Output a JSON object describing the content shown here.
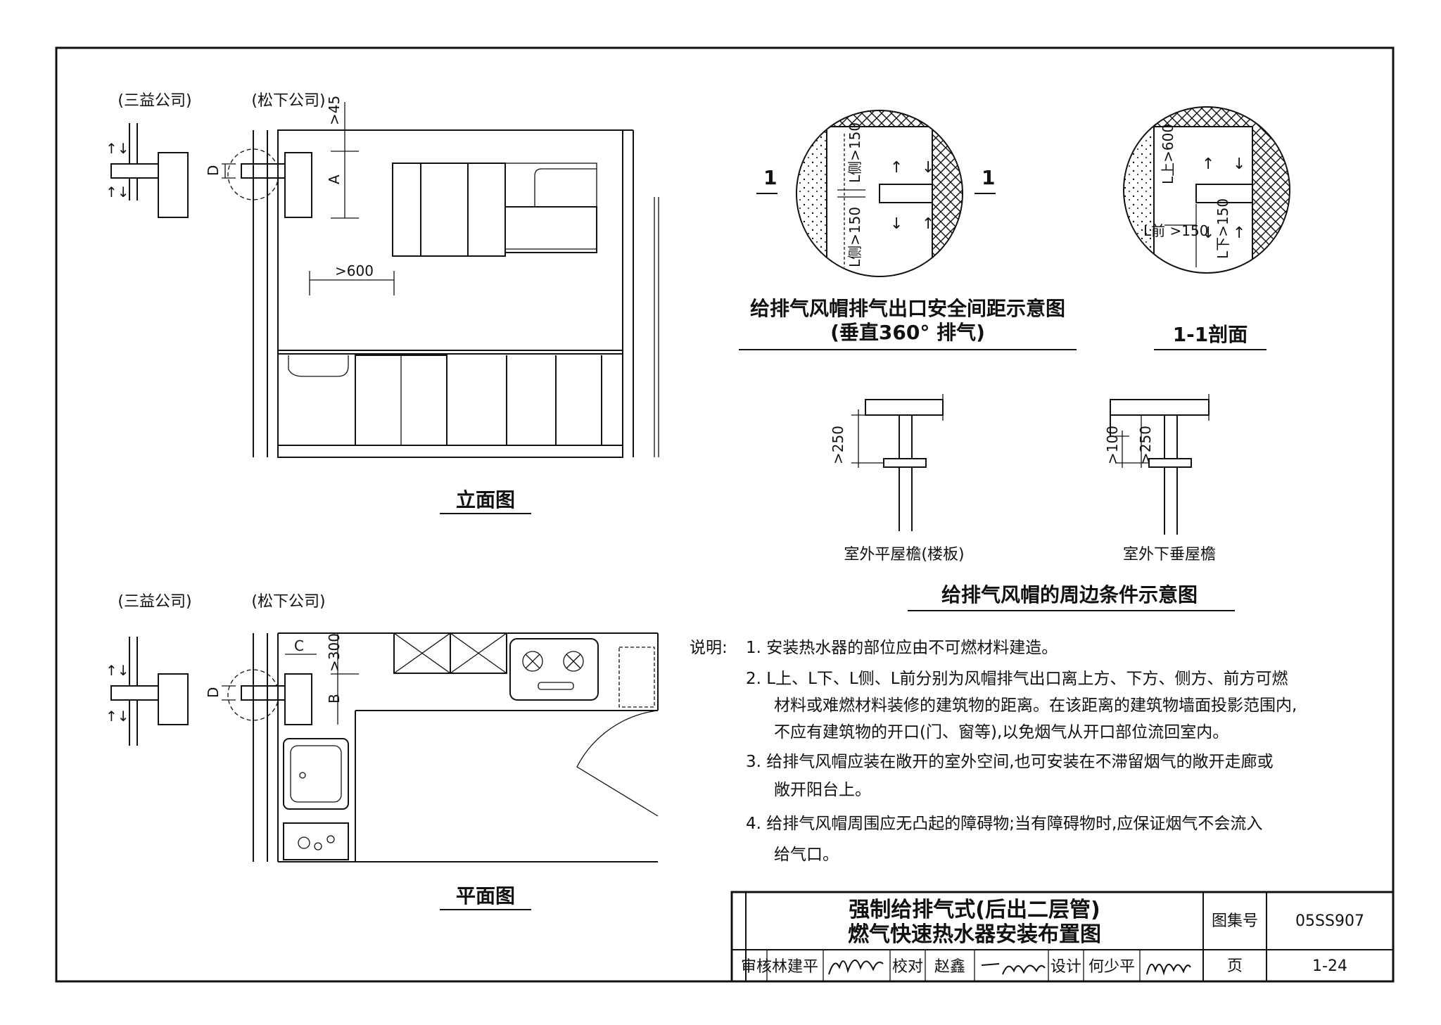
{
  "elevation": {
    "label_sanyi": "(三益公司)",
    "label_songxia": "(松下公司)",
    "dim_45": ">45",
    "dim_A": "A",
    "dim_D": "D",
    "dim_600": ">600",
    "title": "立面图"
  },
  "plan": {
    "label_sanyi": "(三益公司)",
    "label_songxia": "(松下公司)",
    "dim_C": "C",
    "dim_300": ">300",
    "dim_B": "B",
    "dim_D": "D",
    "title": "平面图"
  },
  "detail_left": {
    "mark_left": "1",
    "mark_right": "1",
    "dim_top": "L侧>150",
    "dim_bottom": "L侧>150",
    "title_line1": "给排气风帽排气出口安全间距示意图",
    "title_line2": "(垂直360° 排气)"
  },
  "detail_right": {
    "dim_up": "L上>600",
    "dim_front": "L前 >150",
    "dim_down": "L下>150",
    "title": "1-1剖面"
  },
  "surroundings": {
    "dim_left": ">250",
    "dim_right_a": ">100",
    "dim_right_b": ">250",
    "caption_left": "室外平屋檐(楼板)",
    "caption_right": "室外下垂屋檐",
    "title": "给排气风帽的周边条件示意图"
  },
  "notes": {
    "heading": "说明:",
    "lines": [
      "1. 安装热水器的部位应由不可燃材料建造。",
      "2. L上、L下、L侧、L前分别为风帽排气出口离上方、下方、侧方、前方可燃",
      "材料或难燃材料装修的建筑物的距离。在该距离的建筑物墙面投影范围内,",
      "不应有建筑物的开口(门、窗等),以免烟气从开口部位流回室内。",
      "3. 给排气风帽应装在敞开的室外空间,也可安装在不滞留烟气的敞开走廊或",
      "敞开阳台上。",
      "4. 给排气风帽周围应无凸起的障碍物;当有障碍物时,应保证烟气不会流入",
      "给气口。"
    ]
  },
  "title_block": {
    "title_line1": "强制给排气式(后出二层管)",
    "title_line2": "燃气快速热水器安装布置图",
    "atlas_label": "图集号",
    "atlas_value": "05SS907",
    "page_label": "页",
    "page_value": "1-24",
    "review_label": "审核",
    "review_name": "林建平",
    "check_label": "校对",
    "check_name": "赵鑫",
    "design_label": "设计",
    "design_name": "何少平",
    "signature_review": "林建平",
    "signature_check": "赵鑫",
    "signature_design": "何少平"
  }
}
